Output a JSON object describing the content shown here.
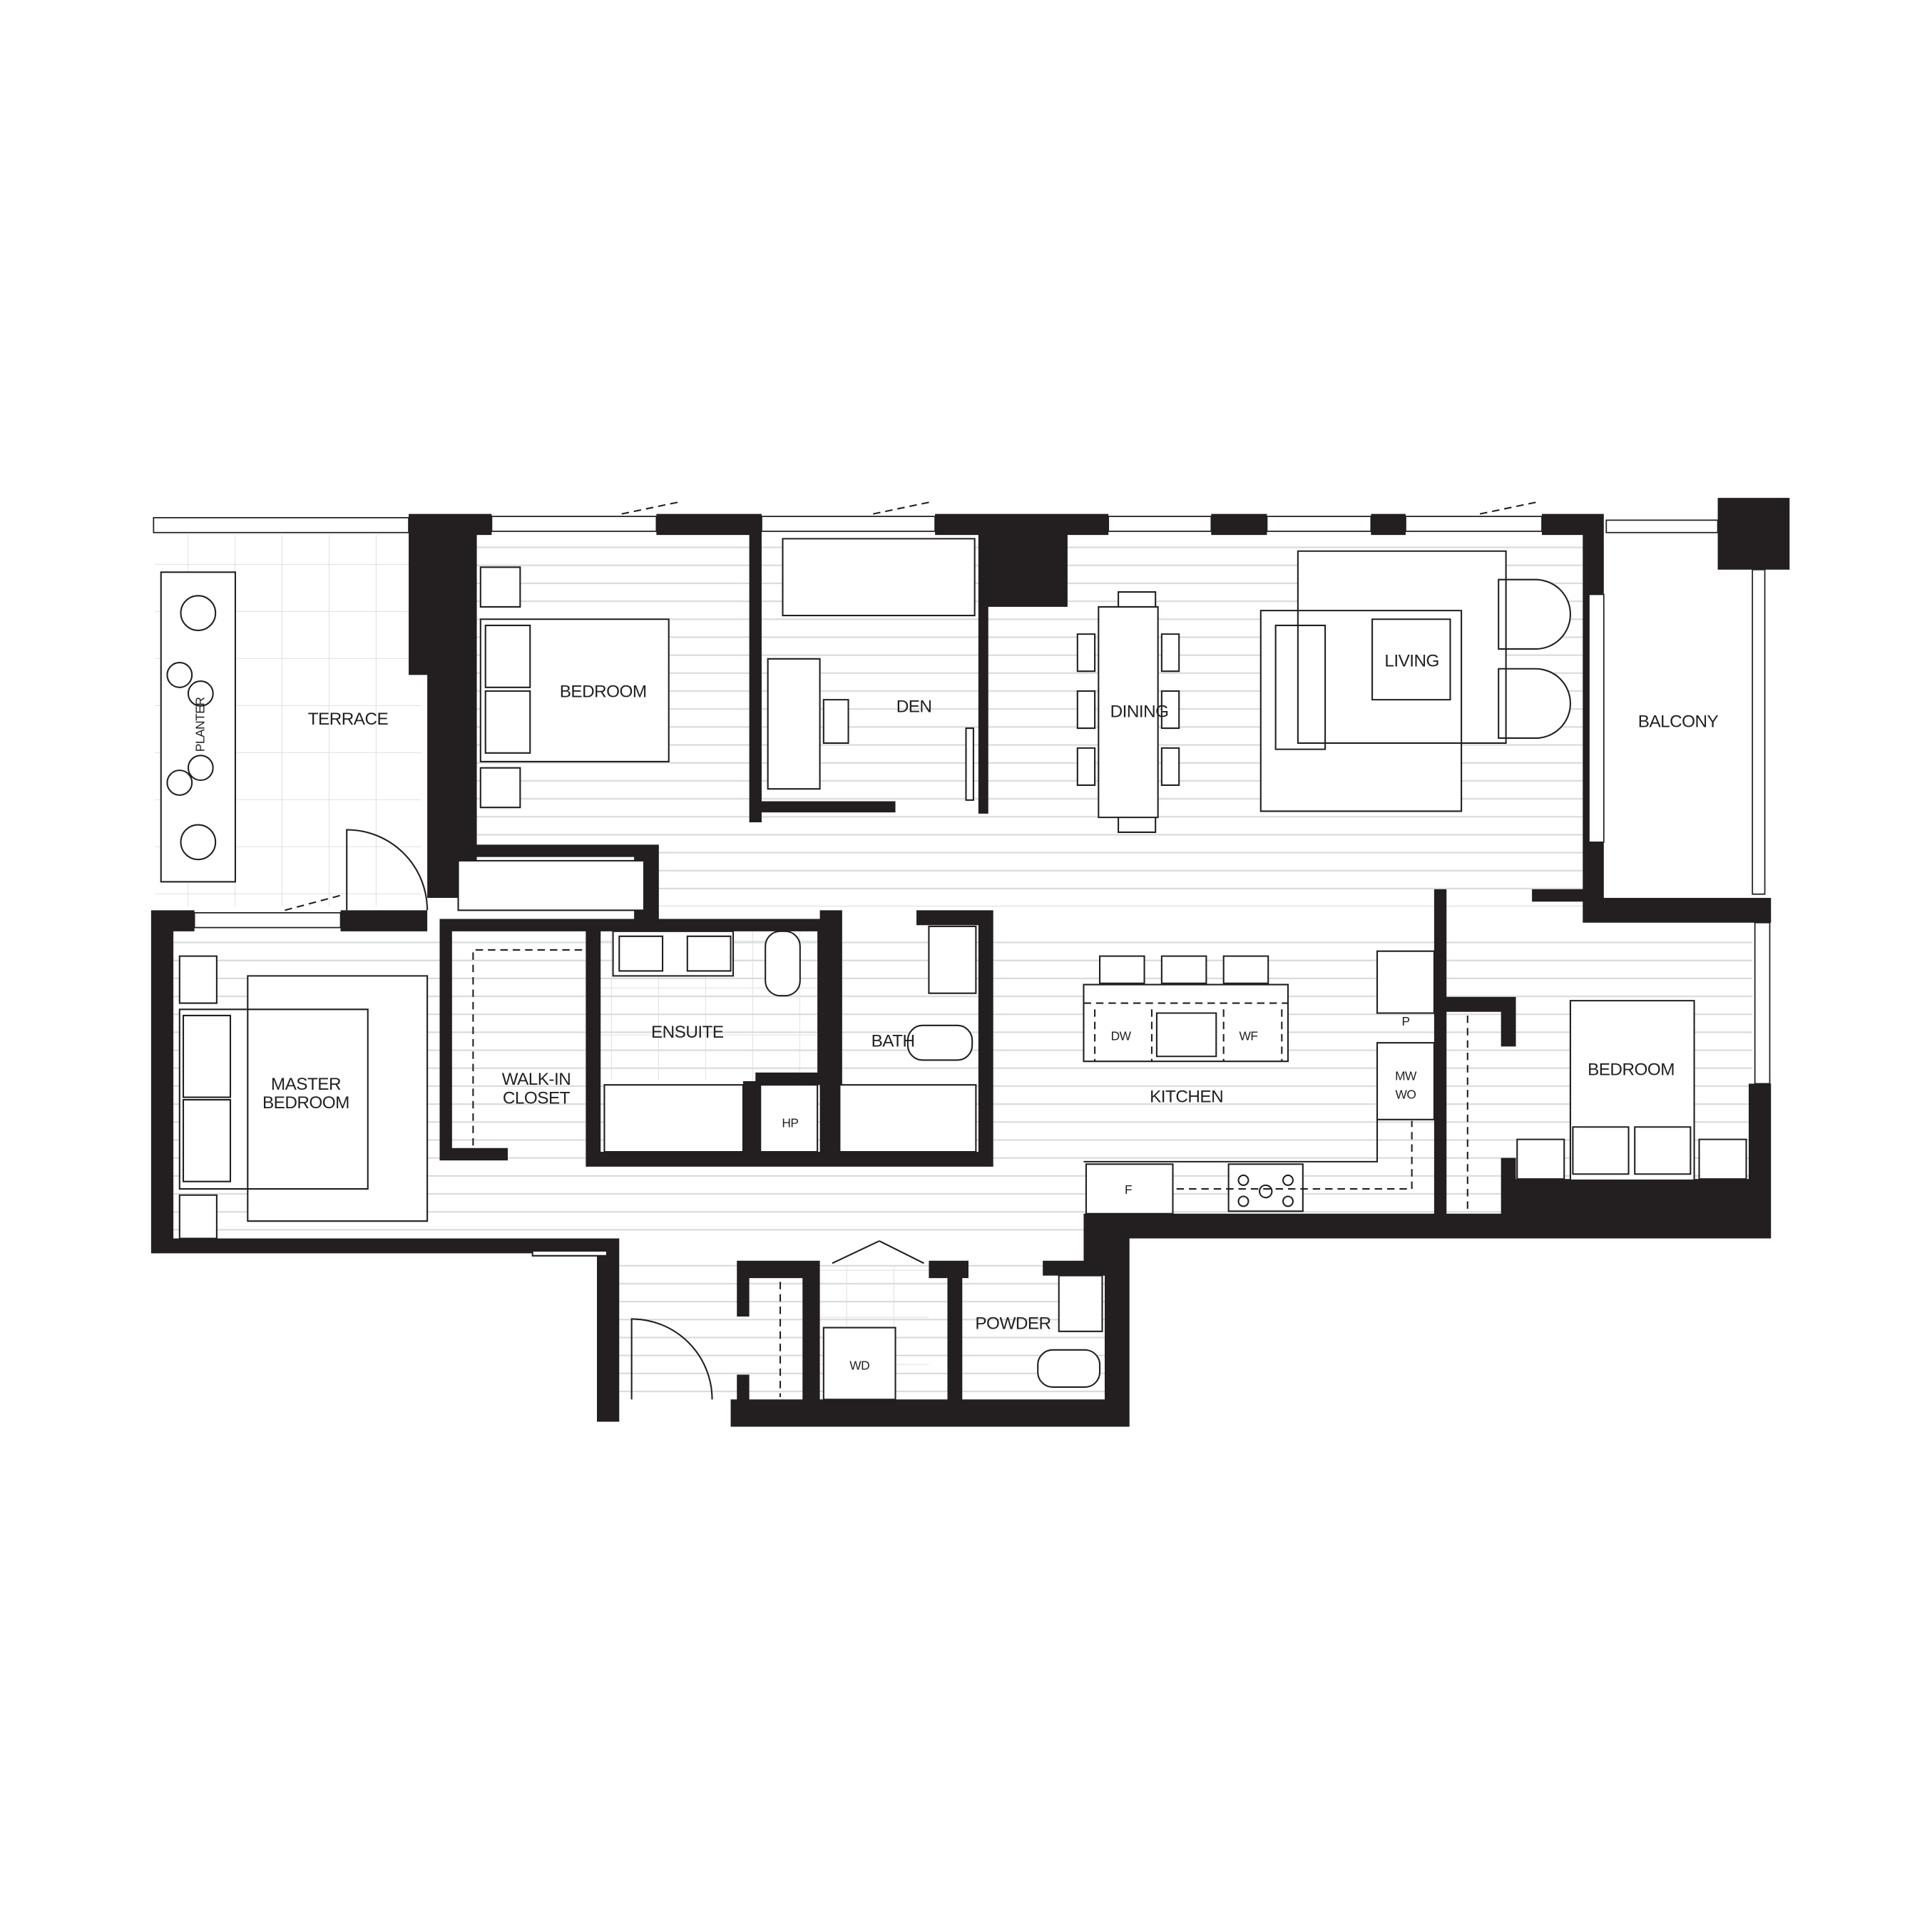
{
  "plan": {
    "rooms": {
      "terrace": "TERRACE",
      "planter": "PLANTER",
      "bedroom_1": "BEDROOM",
      "den": "DEN",
      "dining": "DINING",
      "living": "LIVING",
      "balcony": "BALCONY",
      "master_bedroom_line1": "MASTER",
      "master_bedroom_line2": "BEDROOM",
      "walkin_line1": "WALK-IN",
      "walkin_line2": "CLOSET",
      "ensuite": "ENSUITE",
      "bath": "BATH",
      "kitchen": "KITCHEN",
      "bedroom_2": "BEDROOM",
      "powder": "POWDER"
    },
    "fixtures": {
      "hp": "HP",
      "dw": "DW",
      "wf": "WF",
      "pantry": "P",
      "mw": "MW",
      "wo": "WO",
      "fridge": "F",
      "wd": "WD"
    },
    "colors": {
      "wall": "#231f20",
      "floor_lines": "#d9d9d9",
      "background": "#ffffff"
    }
  }
}
